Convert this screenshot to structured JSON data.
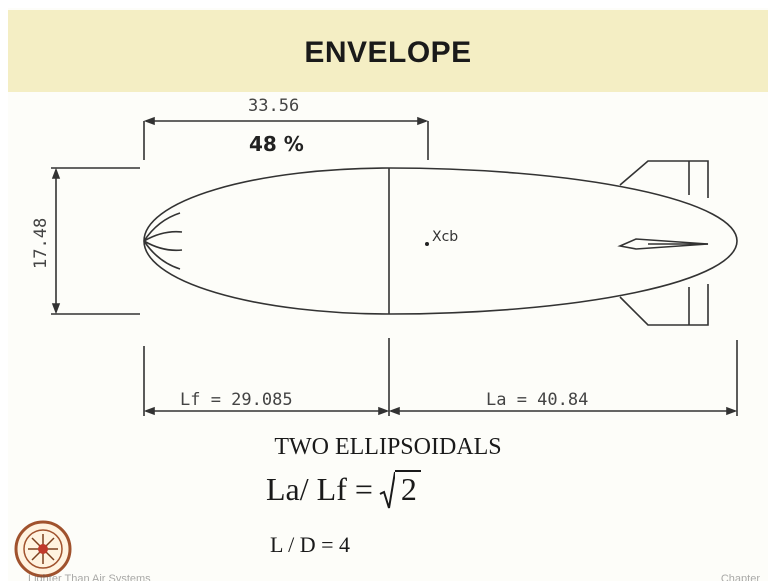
{
  "slide": {
    "title": "ENVELOPE",
    "dimensions": {
      "top_length": "33.56",
      "top_percent": "48 %",
      "height": "17.48",
      "front_length": "Lf = 29.085",
      "aft_length": "La = 40.84"
    },
    "center_label": "Xcb",
    "caption": "TWO ELLIPSOIDALS",
    "formula": {
      "lhs": "La/ Lf =",
      "radicand": "2"
    },
    "ratio": "L / D = 4",
    "footer_left": "Lighter Than Air Systems",
    "footer_right": "Chapter"
  }
}
